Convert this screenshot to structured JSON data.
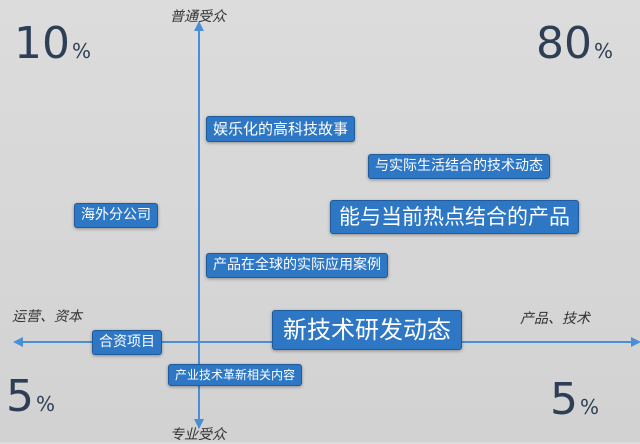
{
  "axes": {
    "top": "普通受众",
    "bottom": "专业受众",
    "left": "运营、资本",
    "right": "产品、技术"
  },
  "quadrant_percents": {
    "top_left": {
      "value": "10",
      "unit": "%"
    },
    "top_right": {
      "value": "80",
      "unit": "%"
    },
    "bottom_left": {
      "value": "5",
      "unit": "%"
    },
    "bottom_right": {
      "value": "5",
      "unit": "%"
    }
  },
  "items": [
    "娱乐化的高科技故事",
    "与实际生活结合的技术动态",
    "海外分公司",
    "能与当前热点结合的产品",
    "产品在全球的实际应用案例",
    "合资项目",
    "新技术研发动态",
    "产业技术革新相关内容"
  ],
  "colors": {
    "axis": "#4a8fd6",
    "box": "#2e77c4",
    "percent_text": "#2e3f55"
  }
}
